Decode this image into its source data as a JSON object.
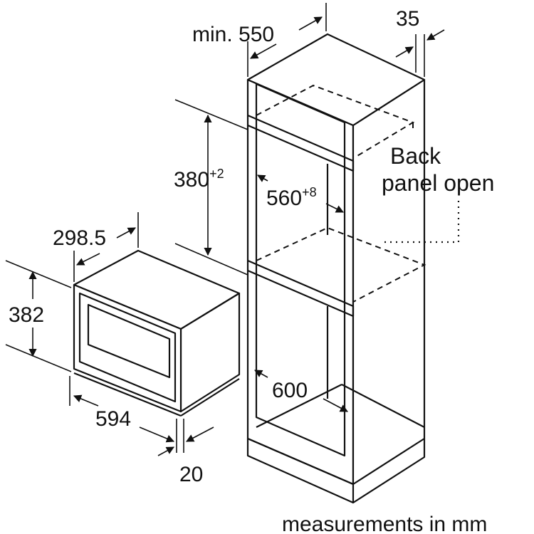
{
  "colors": {
    "line": "#111111",
    "background": "#ffffff"
  },
  "dimensions": {
    "min_depth": "min. 550",
    "gap": "35",
    "niche_height": "380",
    "niche_height_tol": "+2",
    "niche_width": "560",
    "niche_width_tol": "+8",
    "unit_depth": "298.5",
    "unit_height": "382",
    "unit_width": "594",
    "front_thickness": "20",
    "cabinet_width": "600"
  },
  "notes": {
    "back_panel_line1": "Back",
    "back_panel_line2": "panel open",
    "units": "measurements in mm"
  }
}
